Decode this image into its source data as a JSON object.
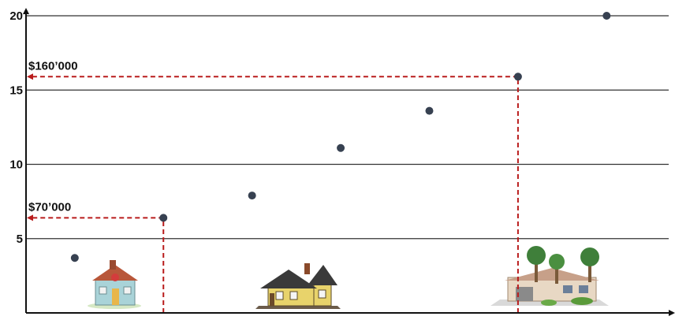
{
  "chart_data": {
    "type": "scatter",
    "title": "",
    "xlabel": "",
    "ylabel": "",
    "x": [
      1,
      2,
      3,
      4,
      5,
      6,
      7
    ],
    "y": [
      3.7,
      6.4,
      7.9,
      11.1,
      13.6,
      15.9,
      20.0
    ],
    "xlim": [
      0.45,
      7.7
    ],
    "ylim": [
      0,
      20
    ],
    "yticks": [
      5,
      10,
      15,
      20
    ],
    "ytick_labels": [
      "5",
      "10",
      "15",
      "20"
    ],
    "grid": true,
    "annotations": [
      {
        "label": "$70’000",
        "point_index": 1
      },
      {
        "label": "$160’000",
        "point_index": 5
      }
    ],
    "colors": {
      "point": "#374151",
      "annotation": "#b91c1c",
      "grid": "#333333",
      "axis": "#111111"
    },
    "icons": [
      "small-house-icon",
      "medium-house-icon",
      "villa-icon"
    ]
  }
}
